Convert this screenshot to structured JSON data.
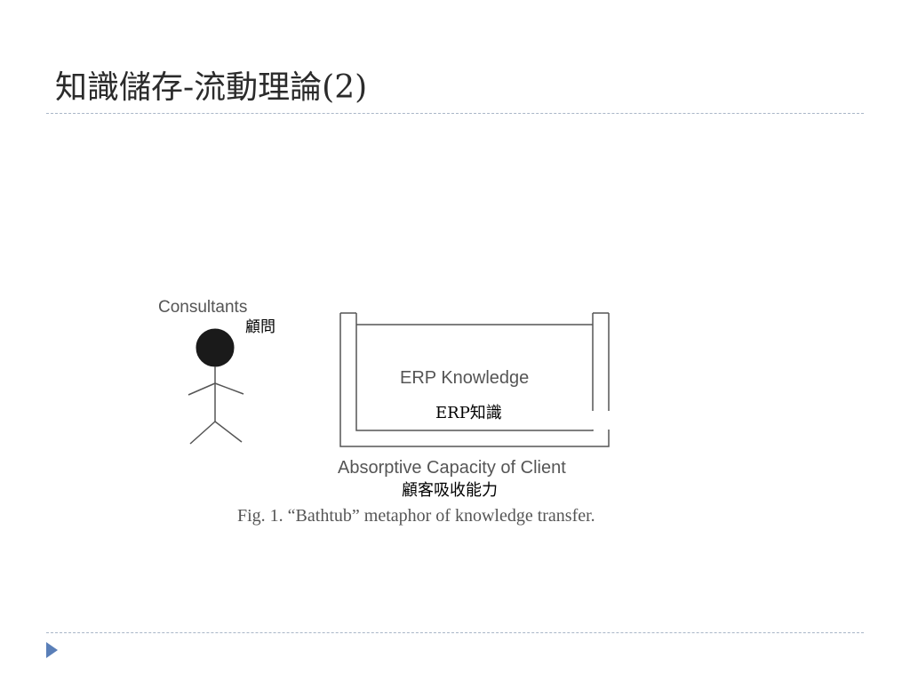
{
  "slide": {
    "title": "知識儲存-流動理論(2)"
  },
  "figure": {
    "consultants_label": "Consultants",
    "consultants_label_zh": "顧問",
    "tub_label": "ERP Knowledge",
    "tub_label_zh": "ERP知識",
    "capacity_label": "Absorptive Capacity of Client",
    "capacity_label_zh": "顧客吸收能力",
    "caption": "Fig. 1. “Bathtub” metaphor of knowledge transfer."
  },
  "colors": {
    "title": "#2b2b2b",
    "rule": "#a9b6c7",
    "nav_arrow": "#5a7fb8",
    "figure_ink": "#555555",
    "figure_head": "#1a1a1a"
  },
  "icons": {
    "nav_arrow": "play-triangle-icon"
  }
}
